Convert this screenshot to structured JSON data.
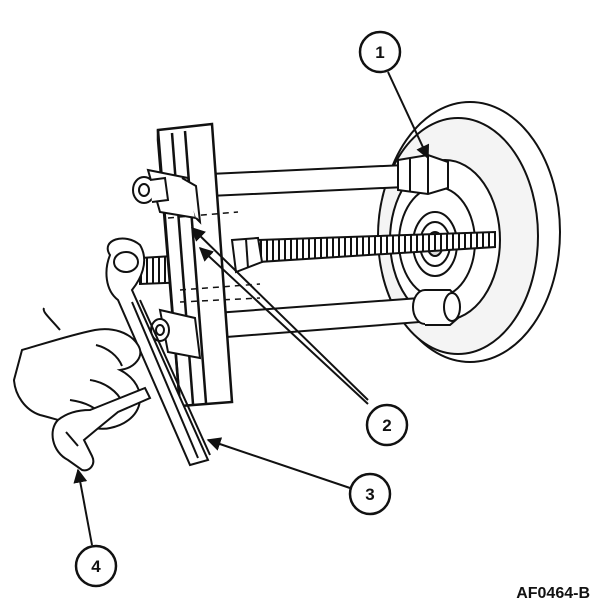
{
  "figure_code": "AF0464-B",
  "callouts": [
    {
      "label": "1"
    },
    {
      "label": "2"
    },
    {
      "label": "3"
    },
    {
      "label": "4"
    }
  ],
  "colors": {
    "ink": "#111111",
    "paper": "#ffffff",
    "shade": "#d6d6d6"
  }
}
